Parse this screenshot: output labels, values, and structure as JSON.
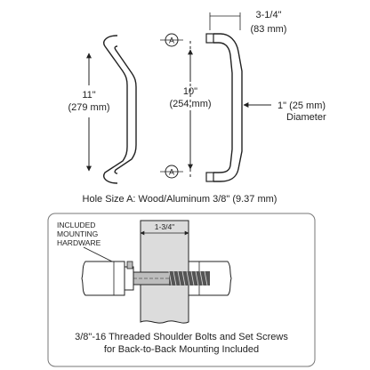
{
  "handle_left": {
    "height_imperial": "11\"",
    "height_metric": "(279 mm)"
  },
  "handle_right": {
    "center_imperial": "10\"",
    "center_metric": "(254 mm)",
    "projection_imperial": "3-1/4\"",
    "projection_metric": "(83 mm)",
    "diameter_imperial": "1\" (25 mm)",
    "diameter_label": "Diameter",
    "hole_marker": "A"
  },
  "hole_size_note": "Hole Size A: Wood/Aluminum 3/8\" (9.37 mm)",
  "detail": {
    "hardware_label_line1": "INCLUDED",
    "hardware_label_line2": "MOUNTING",
    "hardware_label_line3": "HARDWARE",
    "thickness_label": "1-3/4\"",
    "caption_line1": "3/8\"-16 Threaded Shoulder Bolts and Set Screws",
    "caption_line2": "for Back-to-Back Mounting Included"
  },
  "colors": {
    "line": "#222222",
    "door_fill": "#dcdcdc",
    "bolt_fill": "#bdbdbd",
    "thread_fill": "#555555",
    "frame": "#777777"
  }
}
